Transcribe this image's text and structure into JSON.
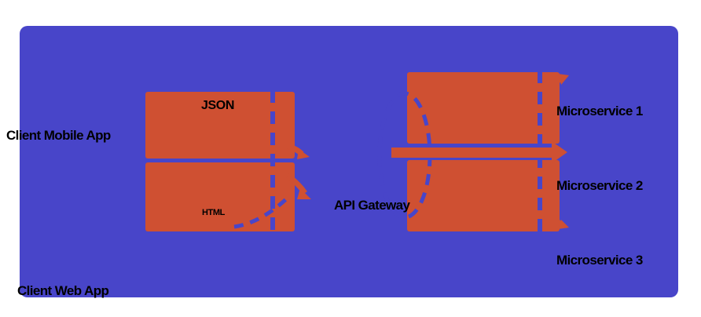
{
  "diagram": {
    "title": "api-gateway-pattern-diagram",
    "colors": {
      "page_background": "#ffffff",
      "panel_blue": "#4845c9",
      "box_orange": "#cf5032",
      "label_text": "#000000"
    },
    "clients": [
      {
        "label": "Client Mobile App"
      },
      {
        "label": "Client Web App"
      }
    ],
    "formats": [
      {
        "label": "JSON"
      },
      {
        "label": "HTML"
      }
    ],
    "gateway": {
      "label": "API Gateway"
    },
    "services": [
      {
        "label": "Microservice 1"
      },
      {
        "label": "Microservice 2"
      },
      {
        "label": "Microservice 3"
      }
    ]
  }
}
